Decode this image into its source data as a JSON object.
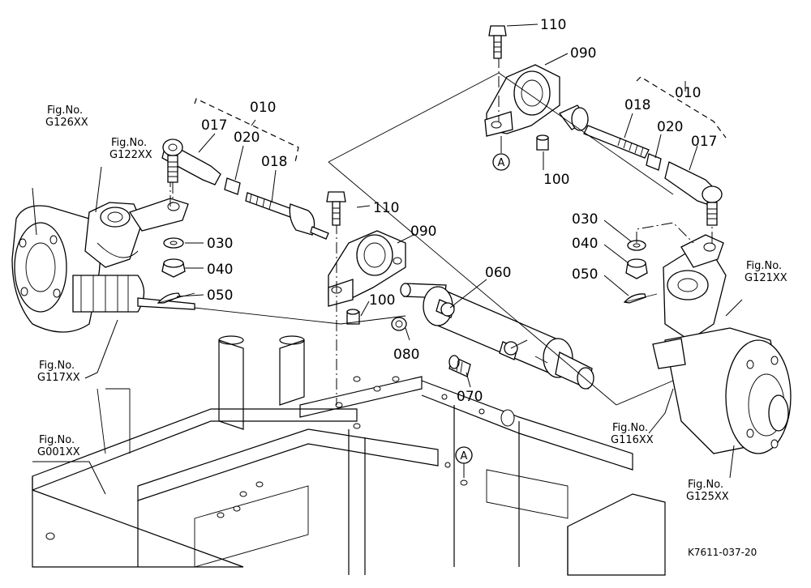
{
  "parts": {
    "p110_right": "110",
    "p090_right": "090",
    "p010_right": "010",
    "p018_right": "018",
    "p020_right": "020",
    "p017_right": "017",
    "p100_right": "100",
    "p030_right": "030",
    "p040_right": "040",
    "p050_right": "050",
    "p010_left": "010",
    "p017_left": "017",
    "p020_left": "020",
    "p018_left": "018",
    "p110_left": "110",
    "p090_left": "090",
    "p030_left": "030",
    "p040_left": "040",
    "p050_left": "050",
    "p060": "060",
    "p100_left": "100",
    "p080": "080",
    "p070": "070"
  },
  "refs": {
    "g126": {
      "line1": "Fig.No.",
      "line2": "G126XX"
    },
    "g122": {
      "line1": "Fig.No.",
      "line2": "G122XX"
    },
    "g117": {
      "line1": "Fig.No.",
      "line2": "G117XX"
    },
    "g001": {
      "line1": "Fig.No.",
      "line2": "G001XX"
    },
    "g121": {
      "line1": "Fig.No.",
      "line2": "G121XX"
    },
    "g116": {
      "line1": "Fig.No.",
      "line2": "G116XX"
    },
    "g125": {
      "line1": "Fig.No.",
      "line2": "G125XX"
    }
  },
  "callouts": {
    "a_top": "A",
    "a_bottom": "A"
  },
  "drawing_code": "K7611-037-20"
}
